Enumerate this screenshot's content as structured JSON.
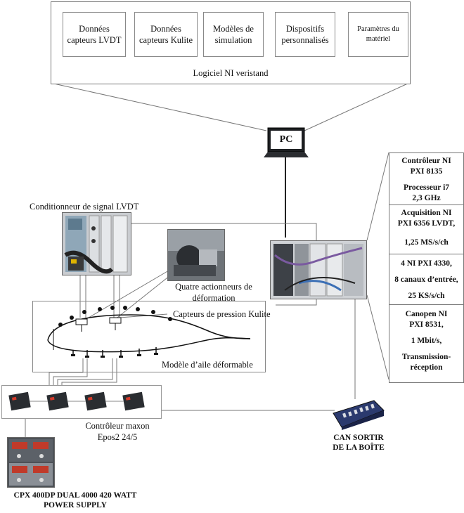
{
  "software": {
    "modules": [
      [
        "Données",
        "capteurs LVDT"
      ],
      [
        "Données",
        "capteurs Kulite"
      ],
      [
        "Modèles de",
        "simulation"
      ],
      [
        "Dispositifs",
        "personnalisés"
      ],
      [
        "Paramètres du",
        "matériel"
      ]
    ],
    "title": "Logiciel NI veristand"
  },
  "pc": {
    "label": "PC"
  },
  "labels": {
    "lvdt_conditioner": "Conditionneur de signal LVDT",
    "actuators": [
      "Quatre actionneurs de",
      "déformation"
    ],
    "kulite": "Capteurs de pression Kulite",
    "wing_model": "Modèle d’aile déformable",
    "maxon": [
      "Contrôleur maxon",
      "Epos2 24/5"
    ],
    "can_box": [
      "CAN SORTIR",
      "DE LA BOÎTE"
    ],
    "power_supply": [
      "CPX 400DP DUAL 4000 420 WATT",
      "POWER SUPPLY"
    ]
  },
  "pxi_specs": [
    [
      "Contrôleur NI",
      "PXI 8135",
      "",
      "Processeur i7",
      "2,3 GHz"
    ],
    [
      "Acquisition NI",
      "PXI 6356 LVDT,",
      "",
      "1,25 MS/s/ch"
    ],
    [
      "4 NI PXI 4330,",
      "",
      "8 canaux d’entrée,",
      "",
      "25 KS/s/ch"
    ],
    [
      "Canopen NI",
      "PXI 8531,",
      "",
      "1 Mbit/s,",
      "",
      "Transmission-",
      "réception"
    ]
  ],
  "colors": {
    "line": "#666666",
    "photo_dark": "#2f3338",
    "photo_mid": "#8b9097",
    "accent_led": "#d43a2a",
    "can_blue": "#2b3a6e"
  }
}
